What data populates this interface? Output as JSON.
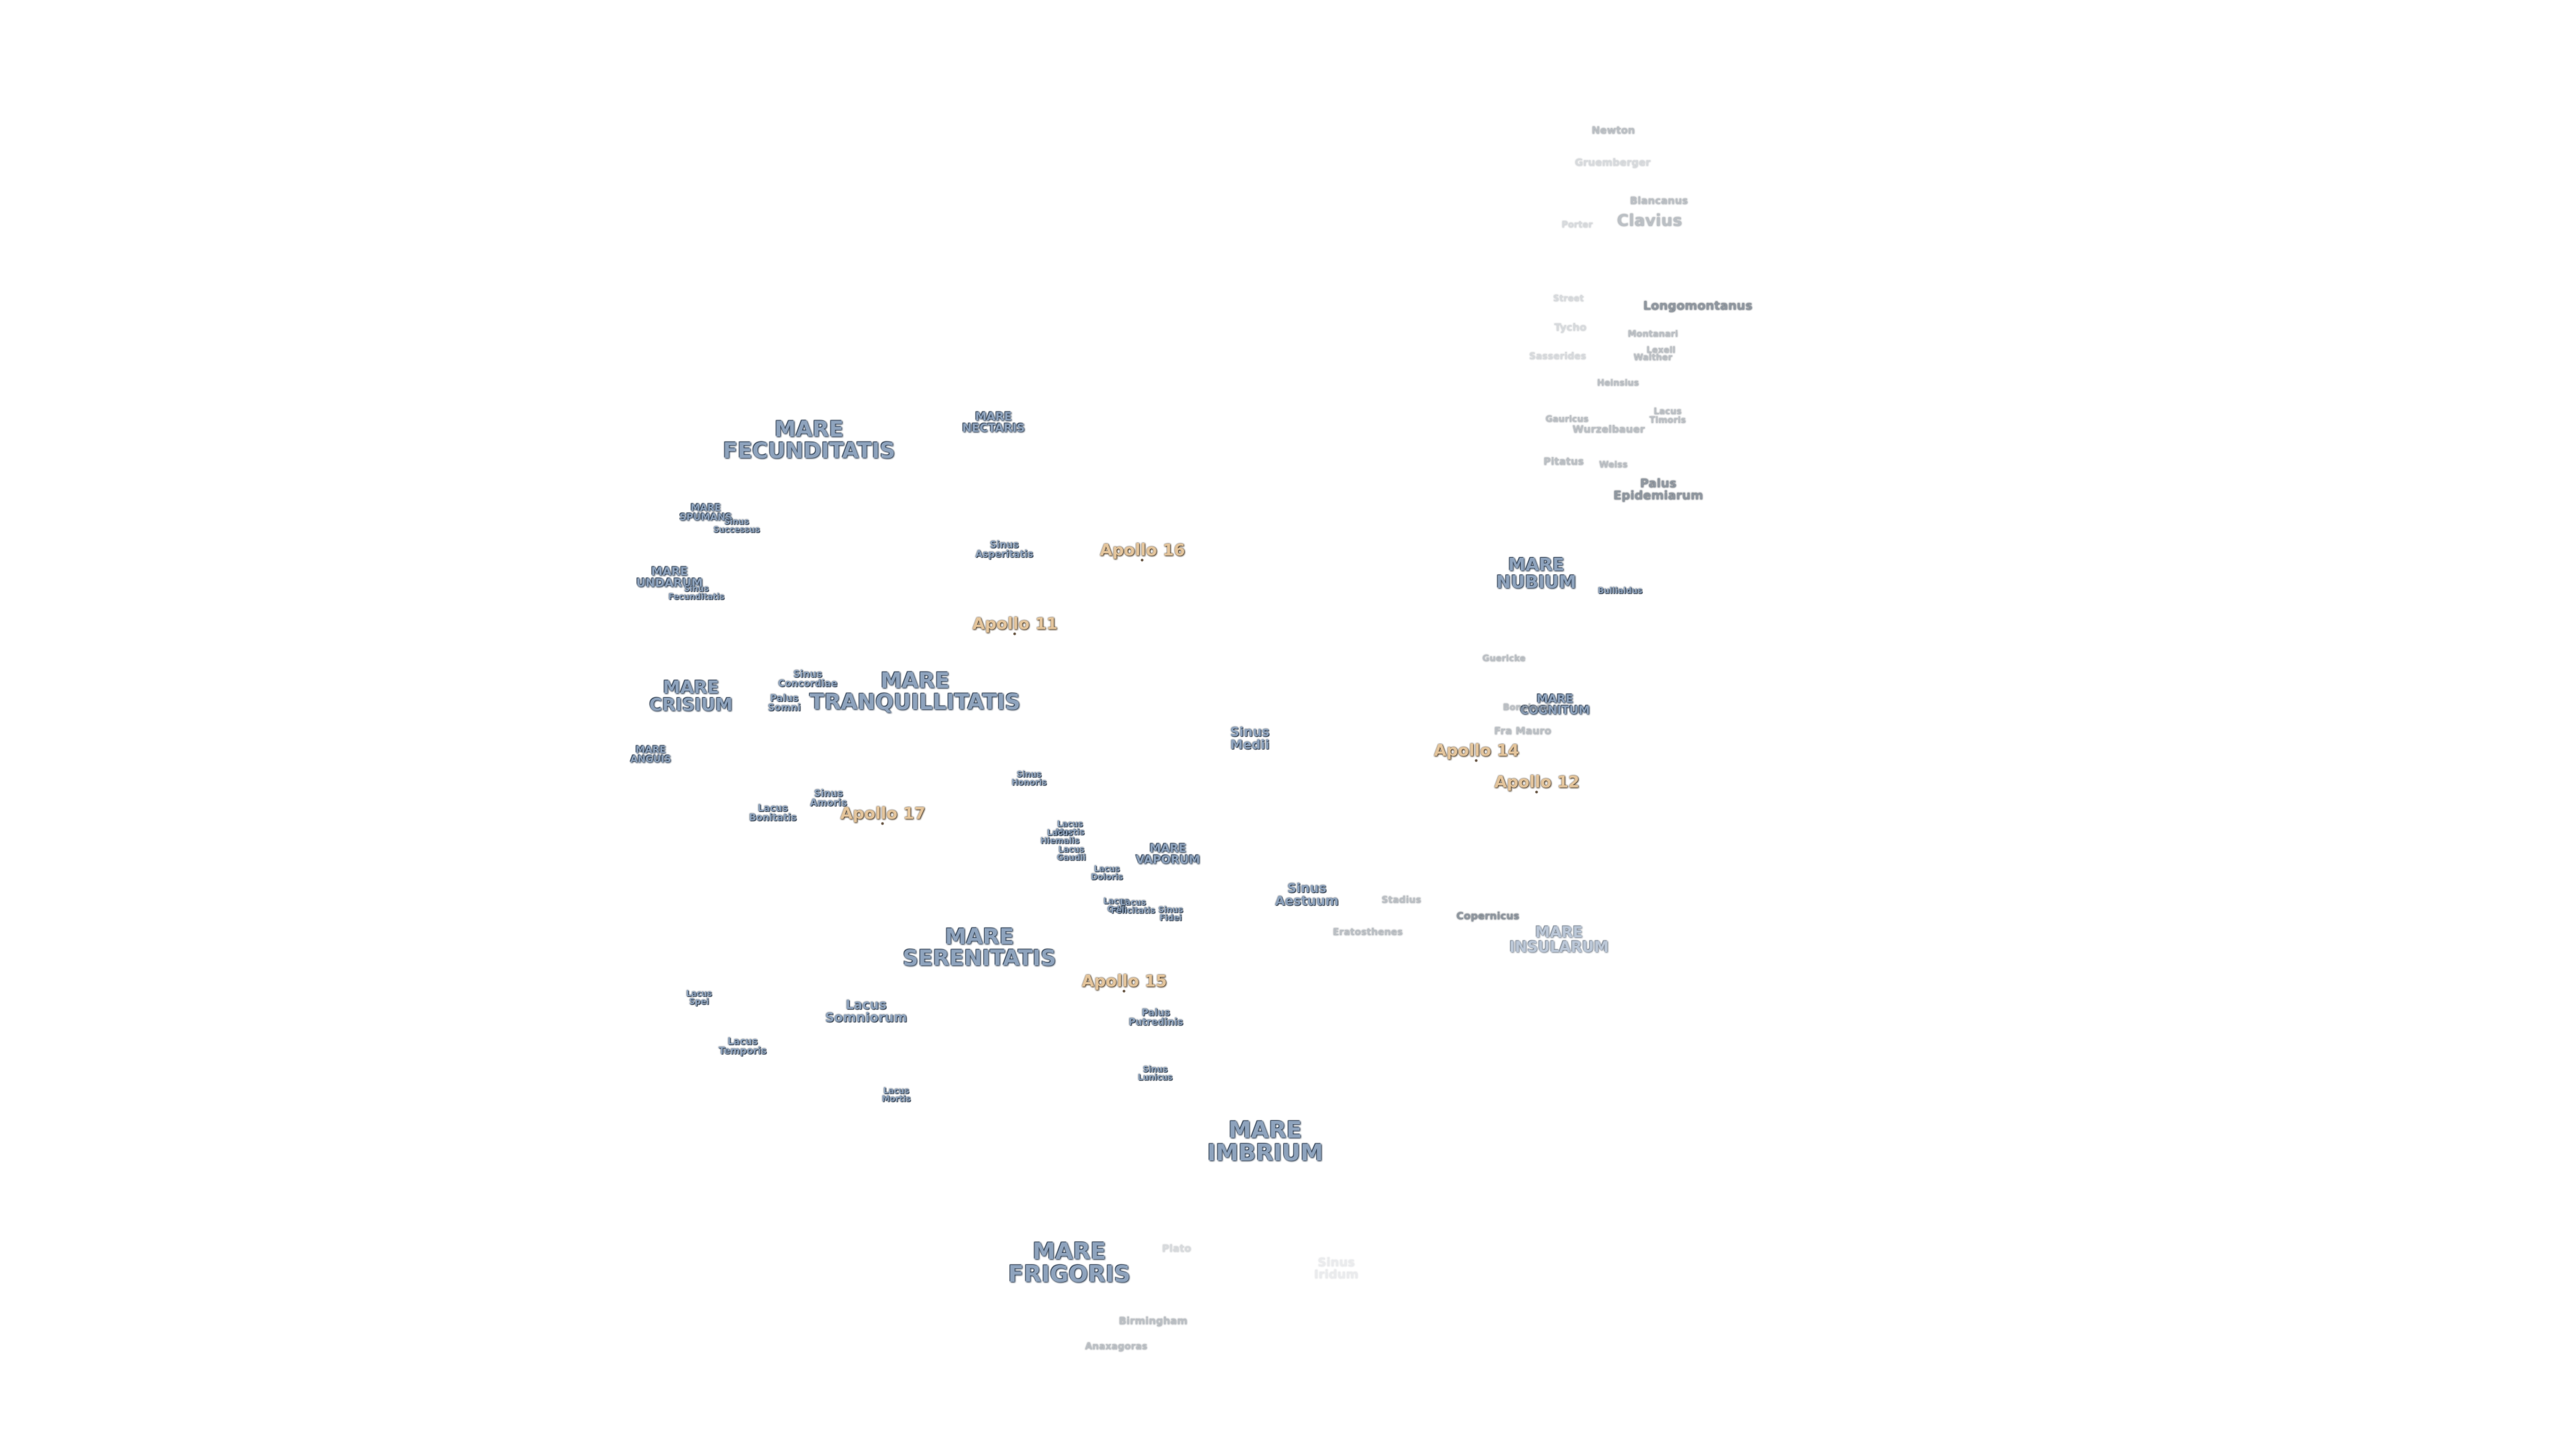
{
  "maria": [
    {
      "id": "fecunditatis",
      "lines": [
        "MARE",
        "FECUNDITATIS"
      ]
    },
    {
      "id": "nectaris",
      "lines": [
        "MARE",
        "NECTARIS"
      ]
    },
    {
      "id": "spumans",
      "lines": [
        "MARE",
        "SPUMANS"
      ]
    },
    {
      "id": "undarum",
      "lines": [
        "MARE",
        "UNDARUM"
      ]
    },
    {
      "id": "crisium",
      "lines": [
        "MARE",
        "CRISIUM"
      ]
    },
    {
      "id": "tranquillitatis",
      "lines": [
        "MARE",
        "TRANQUILLITATIS"
      ]
    },
    {
      "id": "anguis",
      "lines": [
        "MARE",
        "ANGUIS"
      ]
    },
    {
      "id": "vaporum",
      "lines": [
        "MARE",
        "VAPORUM"
      ]
    },
    {
      "id": "serenitatis",
      "lines": [
        "MARE",
        "SERENITATIS"
      ]
    },
    {
      "id": "imbrium",
      "lines": [
        "MARE",
        "IMBRIUM"
      ]
    },
    {
      "id": "frigoris",
      "lines": [
        "MARE",
        "FRIGORIS"
      ]
    },
    {
      "id": "nubium",
      "lines": [
        "MARE",
        "NUBIUM"
      ]
    },
    {
      "id": "cognitum",
      "lines": [
        "MARE",
        "COGNITUM"
      ]
    },
    {
      "id": "insularum",
      "lines": [
        "MARE",
        "INSULARUM"
      ]
    }
  ],
  "features": [
    {
      "id": "sinus-successus",
      "lines": [
        "Sinus",
        "Successus"
      ]
    },
    {
      "id": "sinus-fecunditatis-2",
      "lines": [
        "Sinus",
        "Fecunditatis"
      ]
    },
    {
      "id": "sinus-asperitatis",
      "lines": [
        "Sinus",
        "Asperitatis"
      ]
    },
    {
      "id": "sinus-concordiae",
      "lines": [
        "Sinus",
        "Concordiae"
      ]
    },
    {
      "id": "palus-somni",
      "lines": [
        "Palus",
        "Somni"
      ]
    },
    {
      "id": "sinus-amoris",
      "lines": [
        "Sinus",
        "Amoris"
      ]
    },
    {
      "id": "lacus-bonitatis",
      "lines": [
        "Lacus",
        "Bonitatis"
      ]
    },
    {
      "id": "sinus-honoris",
      "lines": [
        "Sinus",
        "Honoris"
      ]
    },
    {
      "id": "sinus-medii",
      "lines": [
        "Sinus",
        "Medii"
      ]
    },
    {
      "id": "lacus-mortis-a",
      "lines": [
        "Lacus",
        "Mortis"
      ]
    },
    {
      "id": "lacus-hiemalis",
      "lines": [
        "Lacus",
        "Hiemalis"
      ]
    },
    {
      "id": "lacus-gaudii",
      "lines": [
        "Lacus",
        "Gaudii"
      ]
    },
    {
      "id": "lacus-doloris",
      "lines": [
        "Lacus",
        "Doloris"
      ]
    },
    {
      "id": "lacus-odii",
      "lines": [
        "Lacus",
        "Odii"
      ]
    },
    {
      "id": "lacus-felicitatis",
      "lines": [
        "Lacus",
        "Felicitatis"
      ]
    },
    {
      "id": "sinus-fidei",
      "lines": [
        "Sinus",
        "Fidei"
      ]
    },
    {
      "id": "sinus-aestuum",
      "lines": [
        "Sinus",
        "Aestuum"
      ]
    },
    {
      "id": "lacus-spei",
      "lines": [
        "Lacus",
        "Spei"
      ]
    },
    {
      "id": "lacus-somniorum",
      "lines": [
        "Lacus",
        "Somniorum"
      ]
    },
    {
      "id": "lacus-temporis",
      "lines": [
        "Lacus",
        "Temporis"
      ]
    },
    {
      "id": "lacus-mortis",
      "lines": [
        "Lacus",
        "Mortis"
      ]
    },
    {
      "id": "palus-putredinis",
      "lines": [
        "Palus",
        "Putredinis"
      ]
    },
    {
      "id": "sinus-lunicus",
      "lines": [
        "Sinus",
        "Lunicus"
      ]
    },
    {
      "id": "palus-epidemiarum",
      "lines": [
        "Palus",
        "Epidemiarum"
      ]
    },
    {
      "id": "lacus-timoris",
      "lines": [
        "Lacus",
        "Timoris"
      ]
    },
    {
      "id": "sinus-iridum",
      "lines": [
        "Sinus",
        "Iridum"
      ]
    }
  ],
  "craters": [
    {
      "id": "newton",
      "lines": [
        "Newton"
      ]
    },
    {
      "id": "gruemberger",
      "lines": [
        "Gruemberger"
      ]
    },
    {
      "id": "blancanus",
      "lines": [
        "Blancanus"
      ]
    },
    {
      "id": "clavius",
      "lines": [
        "Clavius"
      ]
    },
    {
      "id": "porter",
      "lines": [
        "Porter"
      ]
    },
    {
      "id": "street",
      "lines": [
        "Street"
      ]
    },
    {
      "id": "longomontanus",
      "lines": [
        "Longomontanus"
      ]
    },
    {
      "id": "tycho",
      "lines": [
        "Tycho"
      ]
    },
    {
      "id": "montanari",
      "lines": [
        "Montanari"
      ]
    },
    {
      "id": "sasserides",
      "lines": [
        "Sasserides"
      ]
    },
    {
      "id": "lexell",
      "lines": [
        "Lexell"
      ]
    },
    {
      "id": "walther",
      "lines": [
        "Walther"
      ]
    },
    {
      "id": "heinsius",
      "lines": [
        "Heinsius"
      ]
    },
    {
      "id": "gauricus",
      "lines": [
        "Gauricus"
      ]
    },
    {
      "id": "wurzelbauer",
      "lines": [
        "Wurzelbauer"
      ]
    },
    {
      "id": "pitatus",
      "lines": [
        "Pitatus"
      ]
    },
    {
      "id": "weiss",
      "lines": [
        "Weiss"
      ]
    },
    {
      "id": "bullialdus",
      "lines": [
        "Bullialdus"
      ]
    },
    {
      "id": "guericke",
      "lines": [
        "Guericke"
      ]
    },
    {
      "id": "bonpland",
      "lines": [
        "Bonpland"
      ]
    },
    {
      "id": "fra-mauro",
      "lines": [
        "Fra Mauro"
      ]
    },
    {
      "id": "stadius",
      "lines": [
        "Stadius"
      ]
    },
    {
      "id": "copernicus",
      "lines": [
        "Copernicus"
      ]
    },
    {
      "id": "eratosthenes",
      "lines": [
        "Eratosthenes"
      ]
    },
    {
      "id": "plato",
      "lines": [
        "Plato"
      ]
    },
    {
      "id": "birmingham",
      "lines": [
        "Birmingham"
      ]
    },
    {
      "id": "anaxagoras",
      "lines": [
        "Anaxagoras"
      ]
    }
  ],
  "apollo_sites": [
    {
      "id": "apollo-16",
      "label": "Apollo 16"
    },
    {
      "id": "apollo-11",
      "label": "Apollo 11"
    },
    {
      "id": "apollo-17",
      "label": "Apollo 17"
    },
    {
      "id": "apollo-15",
      "label": "Apollo 15"
    },
    {
      "id": "apollo-14",
      "label": "Apollo 14"
    },
    {
      "id": "apollo-12",
      "label": "Apollo 12"
    }
  ]
}
